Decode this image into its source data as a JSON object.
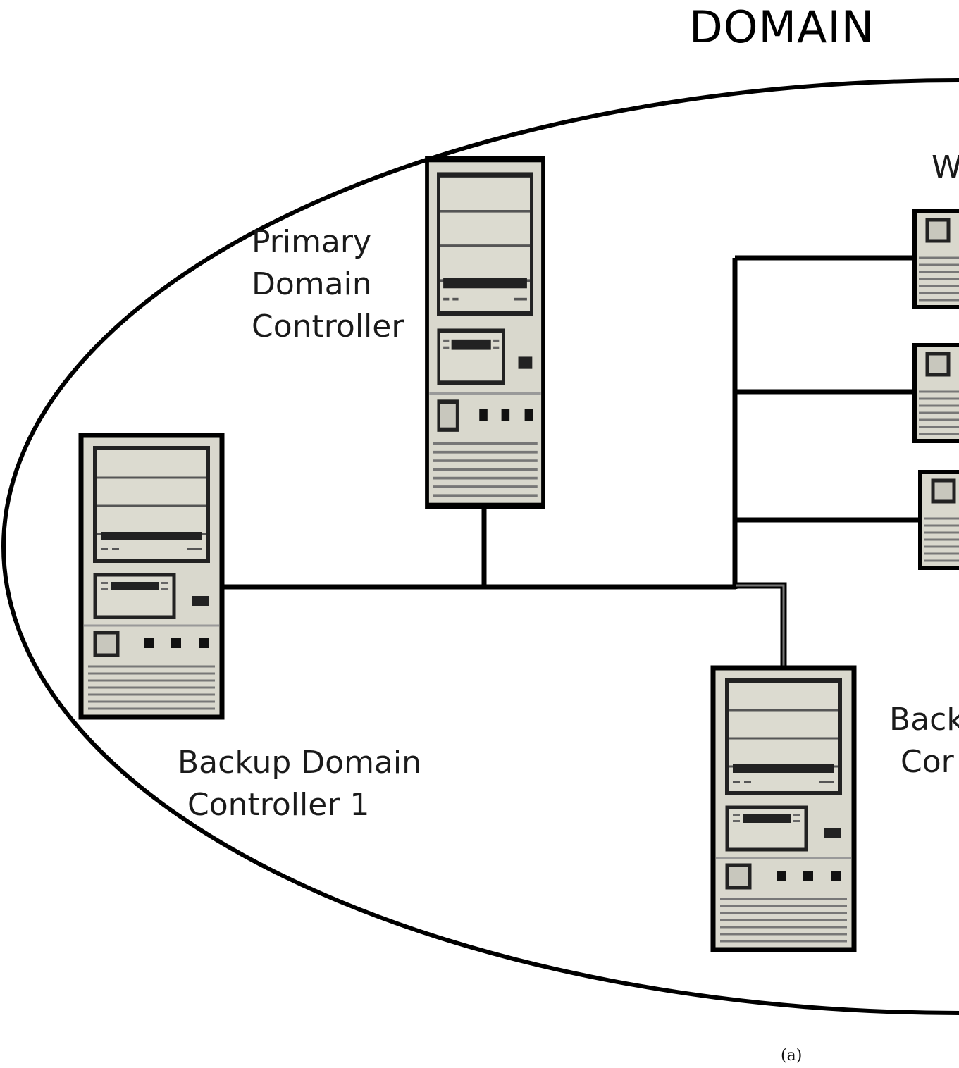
{
  "title": "DOMAIN",
  "caption": "(a)",
  "labels": {
    "primary": [
      "Primary",
      "Domain",
      "Controller"
    ],
    "backup1": [
      "Backup Domain",
      " Controller 1"
    ],
    "backup2": [
      "Back",
      "Cor"
    ],
    "workstations": "W"
  },
  "colors": {
    "case": "#d9d8cd",
    "case_dark": "#bdbcb2",
    "outline": "#000000",
    "line_grey": "#777777"
  },
  "icons": [
    "server-tower-icon",
    "workstation-icon"
  ]
}
